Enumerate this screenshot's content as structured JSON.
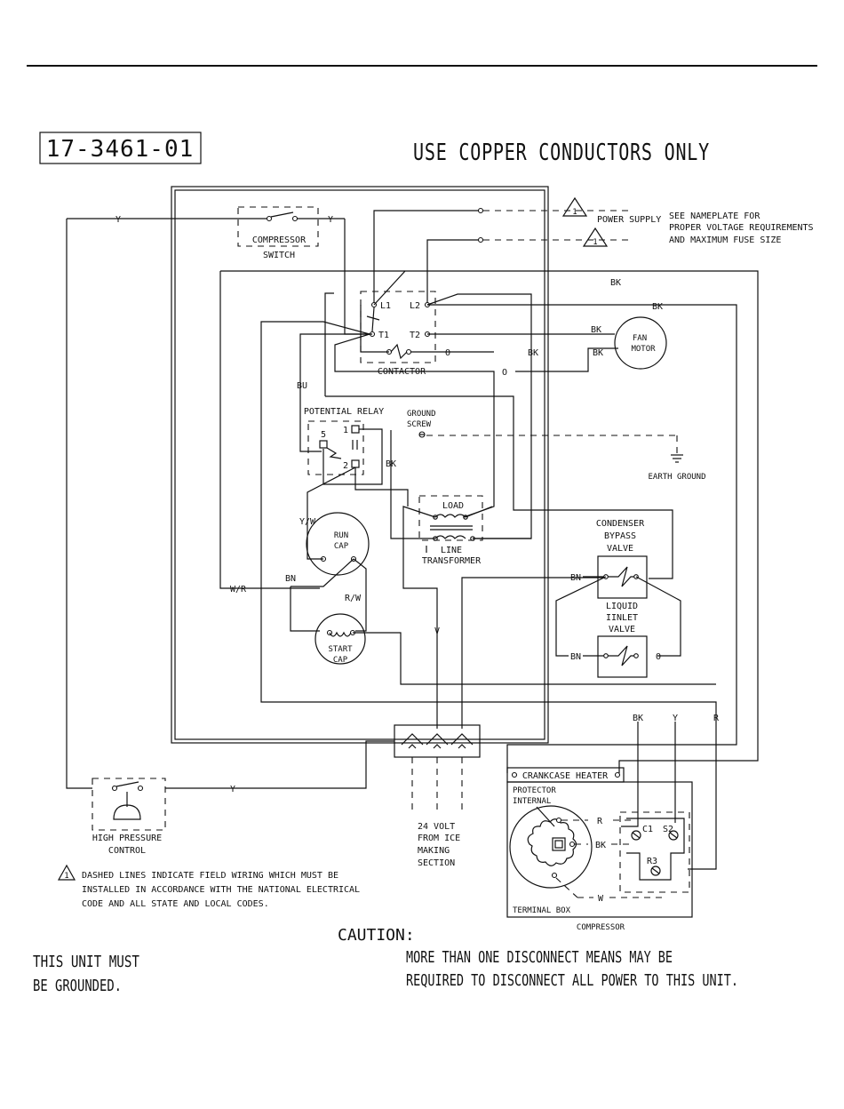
{
  "part_number": "17-3461-01",
  "header_note": "USE COPPER CONDUCTORS ONLY",
  "power_supply": {
    "label": "POWER SUPPLY",
    "warning_number": "1",
    "nameplate_note": [
      "SEE NAMEPLATE FOR",
      "PROPER VOLTAGE REQUIREMENTS",
      "AND MAXIMUM FUSE SIZE"
    ]
  },
  "components": {
    "compressor_switch": [
      "COMPRESSOR",
      "SWITCH"
    ],
    "contactor": "CONTACTOR",
    "contactor_terminals": {
      "l1": "L1",
      "l2": "L2",
      "t1": "T1",
      "t2": "T2"
    },
    "fan_motor": [
      "FAN",
      "MOTOR"
    ],
    "potential_relay": "POTENTIAL RELAY",
    "relay_terminals": {
      "t5": "5",
      "t1": "1",
      "t2": "2"
    },
    "ground_screw": [
      "GROUND",
      "SCREW"
    ],
    "earth_ground": "EARTH GROUND",
    "run_cap": [
      "RUN",
      "CAP"
    ],
    "start_cap": [
      "START",
      "CAP"
    ],
    "transformer_load": "LOAD",
    "transformer_line": [
      "LINE",
      "TRANSFORMER"
    ],
    "condenser_bypass_valve": [
      "CONDENSER",
      "BYPASS",
      "VALVE"
    ],
    "liquid_inlet_valve": [
      "LIQUID",
      "IINLET",
      "VALVE"
    ],
    "crankcase_heater": "CRANKCASE HEATER",
    "protector_internal": [
      "PROTECTOR",
      "INTERNAL"
    ],
    "terminal_box": "TERMINAL BOX",
    "compressor": "COMPRESSOR",
    "compressor_terminals": {
      "c1": "C1",
      "s2": "S2",
      "r3": "R3"
    },
    "high_pressure_control": [
      "HIGH PRESSURE",
      "CONTROL"
    ],
    "ice_section": [
      "24 VOLT",
      "FROM ICE",
      "MAKING",
      "SECTION"
    ]
  },
  "wire_colors": {
    "y": "Y",
    "bk": "BK",
    "bu": "BU",
    "o": "O",
    "yw": "Y/W",
    "wr": "W/R",
    "bn": "BN",
    "rw": "R/W",
    "v": "V",
    "r": "R",
    "w": "W"
  },
  "notes": {
    "field_wiring": [
      "DASHED LINES INDICATE FIELD WIRING WHICH MUST BE",
      "INSTALLED IN ACCORDANCE WITH THE NATIONAL ELECTRICAL",
      "CODE AND ALL STATE AND LOCAL CODES."
    ],
    "caution_title": "CAUTION:",
    "caution_text": [
      "MORE THAN ONE DISCONNECT MEANS MAY BE",
      "REQUIRED TO DISCONNECT ALL POWER TO THIS UNIT."
    ],
    "ground_note": [
      "THIS UNIT MUST",
      "BE GROUNDED."
    ]
  }
}
